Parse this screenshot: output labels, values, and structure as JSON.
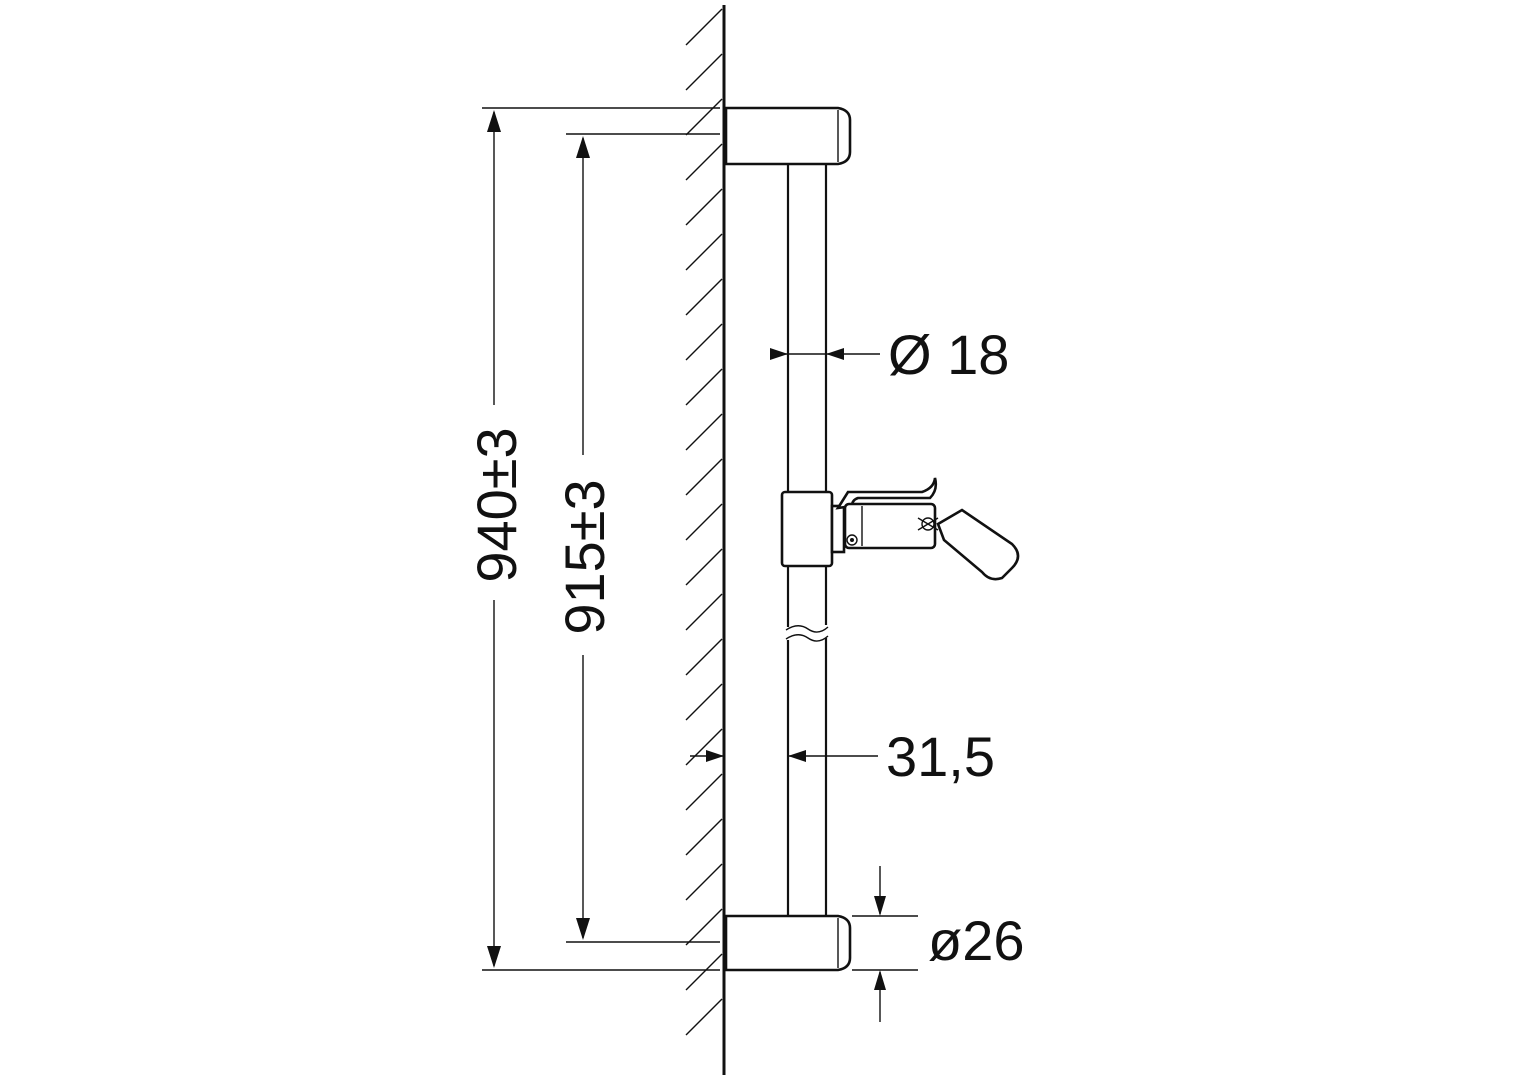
{
  "dimensions": {
    "overall_length": "940±3",
    "mount_spacing": "915±3",
    "rail_diameter": "Ø 18",
    "wall_offset": "31,5",
    "bracket_diameter": "ø26"
  },
  "colors": {
    "line": "#111111",
    "background": "#ffffff"
  }
}
